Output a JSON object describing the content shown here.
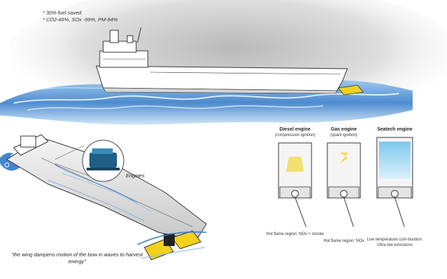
{
  "notes": [
    "* 30% fuel saved",
    "* CO2-46%, SOx -99%, PM-94%"
  ],
  "engines_callout": "Engines",
  "wing_quote": "\"the wing dampens motion of the bow in waves to harvest energy\"",
  "engine_types": [
    {
      "title": "Diesel engine",
      "sub": "(compression-ignition)",
      "caption": "Hot flame region: NOx + smoke"
    },
    {
      "title": "Gas engine",
      "sub": "(spark ignition)",
      "caption": "Hot flame region: NOx"
    },
    {
      "title": "Seatech engine",
      "sub": "",
      "caption": "Low temperature com-bustion: Ultra low emissions"
    }
  ],
  "colors": {
    "wing": "#f2d21b",
    "water": "#2f78c9",
    "engine_blue": "#1f5f86",
    "hull": "#ffffff",
    "outline": "#333333"
  }
}
